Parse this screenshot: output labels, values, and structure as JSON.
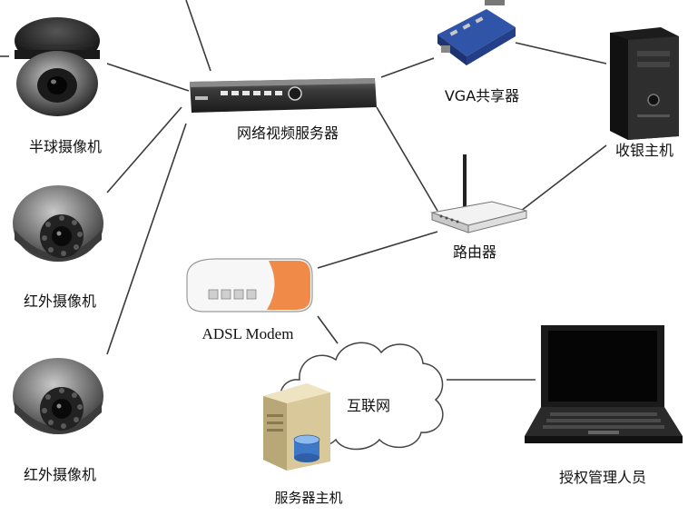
{
  "nodes": {
    "dome_camera": {
      "label": "半球摄像机"
    },
    "ir_camera_1": {
      "label": "红外摄像机"
    },
    "ir_camera_2": {
      "label": "红外摄像机"
    },
    "video_server": {
      "label": "网络视频服务器"
    },
    "vga_splitter": {
      "label": "VGA共享器"
    },
    "cashier_host": {
      "label": "收银主机"
    },
    "router": {
      "label": "路由器"
    },
    "adsl_modem": {
      "label": "ADSL Modem"
    },
    "internet": {
      "label": "互联网"
    },
    "server_host": {
      "label": "服务器主机"
    },
    "admin_laptop": {
      "label": "授权管理人员"
    }
  },
  "connections": [
    [
      "dome_camera",
      "video_server"
    ],
    [
      "ir_camera_1",
      "video_server"
    ],
    [
      "ir_camera_2",
      "video_server"
    ],
    [
      "video_server",
      "vga_splitter"
    ],
    [
      "vga_splitter",
      "cashier_host"
    ],
    [
      "video_server",
      "router"
    ],
    [
      "cashier_host",
      "router"
    ],
    [
      "router",
      "adsl_modem"
    ],
    [
      "adsl_modem",
      "internet"
    ],
    [
      "internet",
      "admin_laptop"
    ]
  ]
}
